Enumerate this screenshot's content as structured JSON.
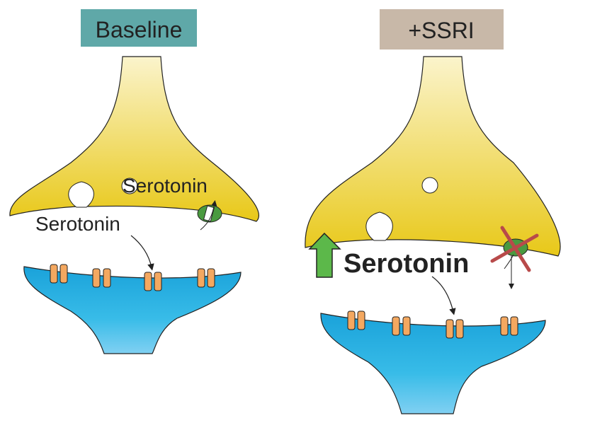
{
  "panels": [
    {
      "title": "Baseline",
      "title_color": "#5fa8a8",
      "inside_label": "Serotonin",
      "cleft_label": "Serotonin"
    },
    {
      "title": "+SSRI",
      "title_color": "#c8b8a8",
      "cleft_label": "Serotonin"
    }
  ],
  "colors": {
    "presynaptic": "#e8c820",
    "postsynaptic": "#22aadd",
    "receptor": "#f4a860",
    "transporter": "#4a9a40",
    "increase_arrow": "#5cb84a",
    "block_x": "#b84a4a"
  }
}
